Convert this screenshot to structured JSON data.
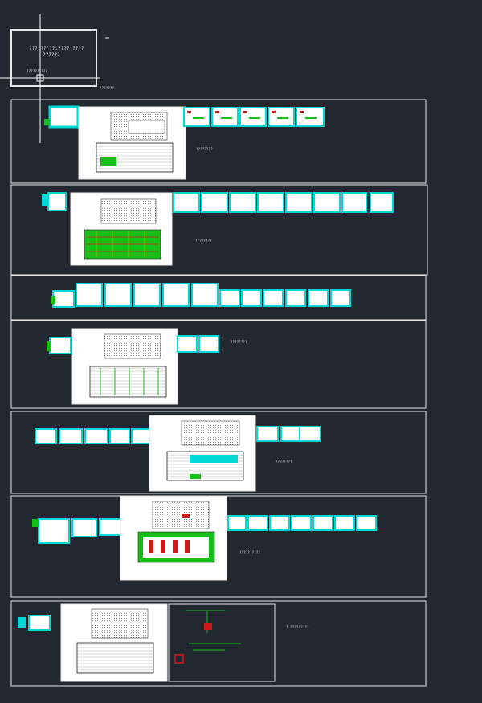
{
  "app": {
    "view": "cad-model-space",
    "background": "#212830",
    "colors": {
      "frame": "#e6e6e6",
      "sheet_border": "#00d8d8",
      "sheet_bg": "#ffffff",
      "accent_green": "#16c016",
      "accent_red": "#d01818",
      "accent_yellow": "#d8c800",
      "crosshair": "#ffffff"
    },
    "title_block": {
      "line1": "???'??'??.???? ????",
      "line2": "??????",
      "note": "??????????"
    },
    "crosshair_icon": "crosshair-cursor-icon"
  },
  "groups": [
    {
      "id": "group-1",
      "label": "????????"
    },
    {
      "id": "group-2",
      "label": "????????"
    },
    {
      "id": "group-3",
      "label": ""
    },
    {
      "id": "group-4",
      "label": "????????"
    },
    {
      "id": "group-5",
      "label": "????????"
    },
    {
      "id": "group-6",
      "label": "????? ????"
    },
    {
      "id": "group-7",
      "label": "? ?????????"
    }
  ],
  "header_label": "???????"
}
